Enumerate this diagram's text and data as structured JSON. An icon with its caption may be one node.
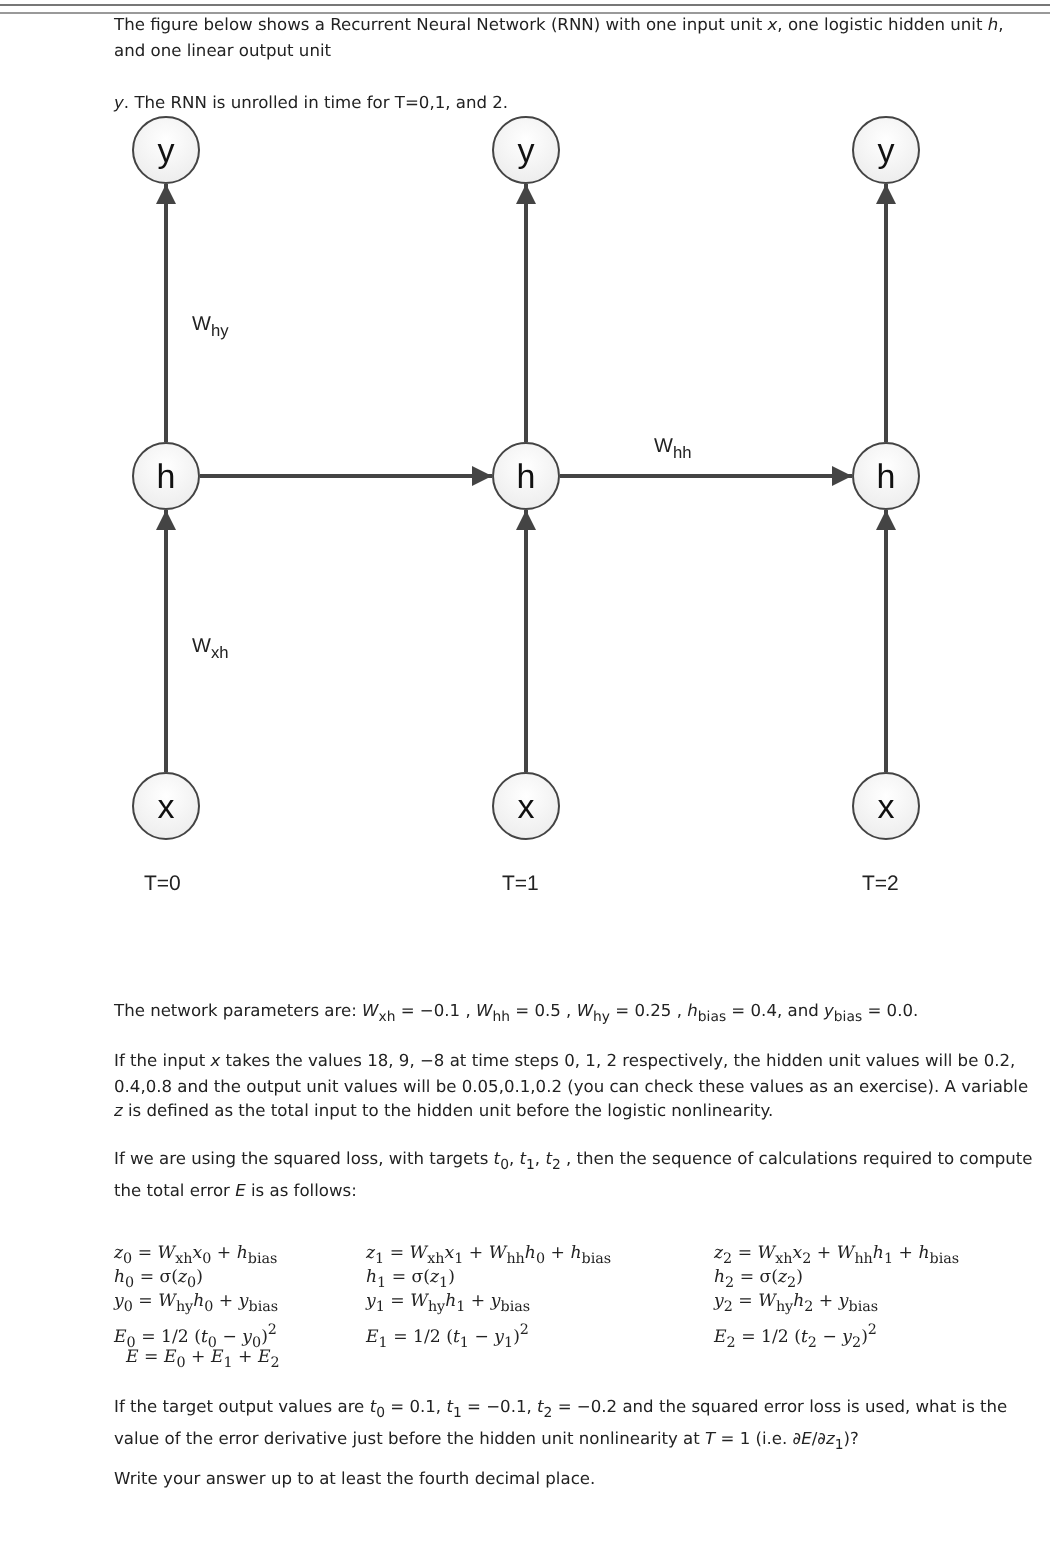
{
  "diagram": {
    "nodes": [
      {
        "text": [
          "y"
        ]
      },
      {
        "text": [
          "y"
        ]
      },
      {
        "text": [
          "y"
        ]
      },
      {
        "text": [
          "h"
        ]
      },
      {
        "text": [
          "h"
        ]
      },
      {
        "text": [
          "h"
        ]
      },
      {
        "text": [
          "x"
        ]
      },
      {
        "text": [
          "x"
        ]
      },
      {
        "text": [
          "x"
        ]
      }
    ],
    "edges": [
      {
        "from": 3,
        "to": 0,
        "arrow": "to",
        "label": "W$_{hy}$"
      },
      {
        "from": 4,
        "to": 1,
        "arrow": "to"
      },
      {
        "from": 5,
        "to": 2,
        "arrow": "to"
      },
      {
        "from": 6,
        "to": 3,
        "arrow": "to",
        "label": "W$_{xh}$"
      },
      {
        "from": 7,
        "to": 4,
        "arrow": "to"
      },
      {
        "from": 8,
        "to": 5,
        "arrow": "to"
      },
      {
        "from": 3,
        "to": 4,
        "arrow": "to"
      },
      {
        "from": 4,
        "to": 5,
        "arrow": "to",
        "label": "W$_{hh}$"
      }
    ],
    "labels": [
      "The figure below shows a Recurrent Neural Network (RNN) with one input unit *x*, one logistic hidden unit *h*, and one linear output unit",
      "*y*. The RNN is unrolled in time for T=0,1, and 2.",
      "T=0",
      "T=1",
      "T=2",
      "The network parameters are: *W*$_{xh}$ = −0.1 , *W*$_{hh}$ = 0.5 , *W*$_{hy}$ = 0.25 , *h*$_{bias}$ = 0.4, and *y*$_{bias}$ = 0.0.",
      "If the input *x* takes the values 18, 9, −8 at time steps 0, 1, 2 respectively, the hidden unit values will be 0.2, 0.4,0.8 and the output unit values will be 0.05,0.1,0.2 (you can check these values as an exercise). A variable *z* is defined as the total input to the hidden unit before the logistic nonlinearity.",
      "If we are using the squared loss, with targets *t*$_{0}$, *t*$_{1}$, *t*$_{2}$ , then the sequence of calculations required to compute the total error *E* is as follows:",
      "*z*$_{0}$ = *W*$_{xh}$*x*$_{0}$ + *h*$_{bias}$",
      "*z*$_{1}$ = *W*$_{xh}$*x*$_{1}$ + *W*$_{hh}$*h*$_{0}$ + *h*$_{bias}$",
      "*z*$_{2}$ = *W*$_{xh}$*x*$_{2}$ + *W*$_{hh}$*h*$_{1}$ + *h*$_{bias}$",
      "*h*$_{0}$ = σ(*z*$_{0}$)",
      "*h*$_{1}$ = σ(*z*$_{1}$)",
      "*h*$_{2}$ = σ(*z*$_{2}$)",
      "*y*$_{0}$ = *W*$_{hy}$*h*$_{0}$ + *y*$_{bias}$",
      "*y*$_{1}$ = *W*$_{hy}$*h*$_{1}$ + *y*$_{bias}$",
      "*y*$_{2}$ = *W*$_{hy}$*h*$_{2}$ + *y*$_{bias}$",
      "*E*$_{0}$ = 1/2 (*t*$_{0}$ − *y*$_{0}$)$^{2}$",
      "*E*$_{1}$ = 1/2 (*t*$_{1}$ − *y*$_{1}$)$^{2}$",
      "*E*$_{2}$ = 1/2 (*t*$_{2}$ − *y*$_{2}$)$^{2}$",
      "*E* = *E*$_{0}$ + *E*$_{1}$ + *E*$_{2}$",
      "If the target output values are *t*$_{0}$ = 0.1, *t*$_{1}$ = −0.1, *t*$_{2}$ = −0.2 and the squared error loss is used, what is the value of the error derivative just before the hidden unit nonlinearity at *T* = 1 (i.e. ∂*E*/∂*z*$_{1}$)?",
      "Write your answer up to at least the fourth decimal place."
    ]
  }
}
